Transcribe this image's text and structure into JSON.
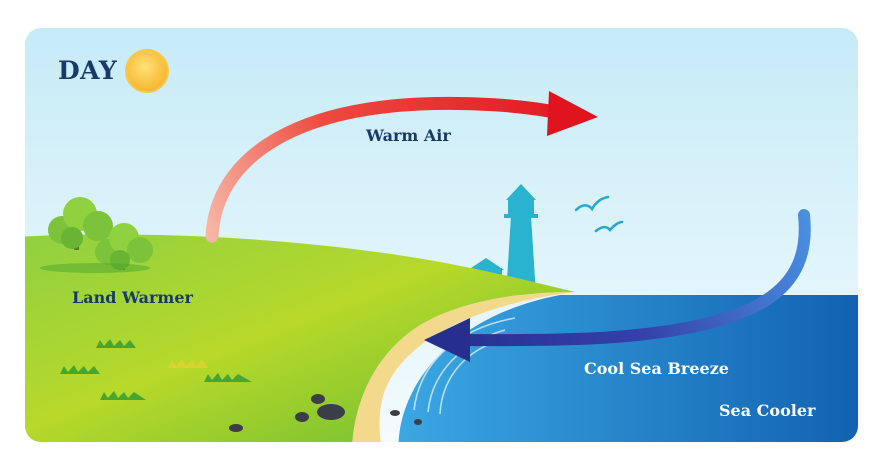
{
  "labels": {
    "day": "DAY",
    "warm_air": "Warm Air",
    "land": "Land Warmer",
    "breeze": "Cool Sea Breeze",
    "sea": "Sea Cooler"
  },
  "icons": {
    "sun": "sun-icon",
    "lighthouse": "lighthouse-icon",
    "birds": "seagull-icon",
    "trees": "tree-icon",
    "rocks": "rock-icon",
    "grass": "grass-tuft-icon"
  },
  "colors": {
    "sky_top": "#c9ecf7",
    "sky_bottom": "#f2fbfe",
    "land": "#7cc23a",
    "sand": "#f2d98a",
    "sea": "#1a7fc6",
    "warm_arrow": "#e8202a",
    "cool_arrow": "#2a3a9a",
    "label_dark": "#173a66"
  }
}
